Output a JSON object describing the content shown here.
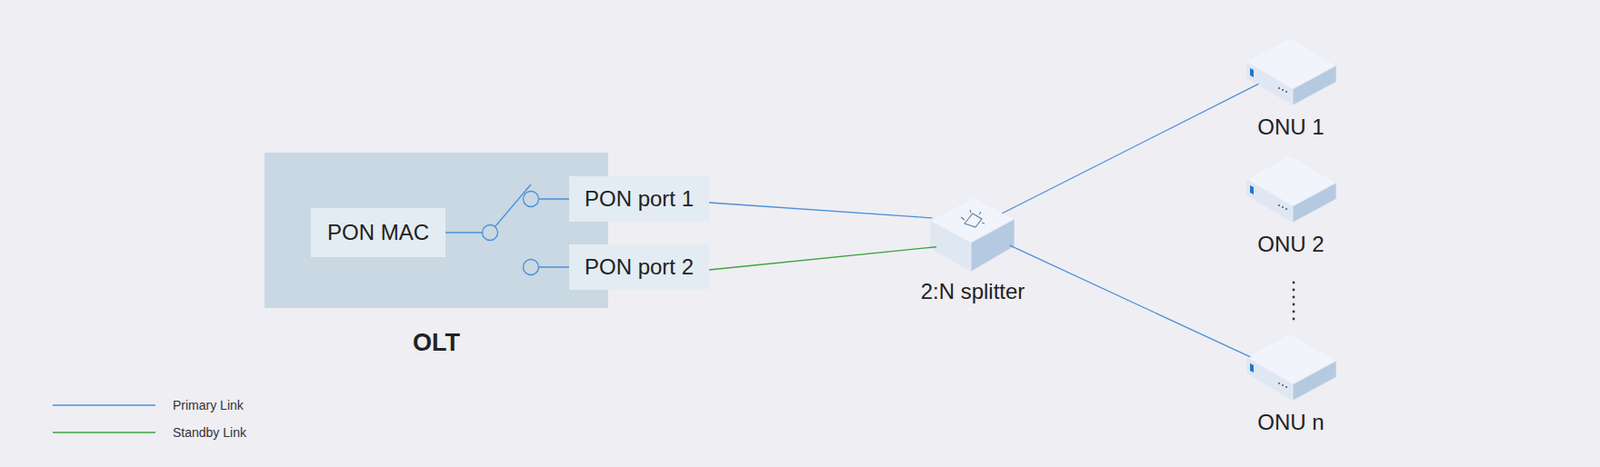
{
  "diagram": {
    "nodes": [
      {
        "text": [
          "OLT"
        ]
      },
      {
        "text": [
          "PON MAC"
        ],
        "in": 0
      },
      {
        "text": [
          "PON port 1"
        ],
        "in": 0
      },
      {
        "text": [
          "PON port 2"
        ],
        "in": 0
      },
      {
        "text": [
          "2:N splitter"
        ]
      },
      {
        "text": [
          "ONU 1"
        ]
      },
      {
        "text": [
          "ONU 2"
        ]
      },
      {
        "text": [
          "ONU n"
        ]
      }
    ],
    "edges": [
      {
        "from": 1,
        "to": 2,
        "arrow": "none"
      },
      {
        "from": 2,
        "to": 4,
        "arrow": "none"
      },
      {
        "from": 3,
        "to": 4,
        "arrow": "none"
      },
      {
        "from": 4,
        "to": 5,
        "arrow": "none"
      },
      {
        "from": 4,
        "to": 7,
        "arrow": "none"
      }
    ],
    "legend": [
      {
        "text": "Primary Link"
      },
      {
        "text": "Standby Link"
      }
    ]
  }
}
